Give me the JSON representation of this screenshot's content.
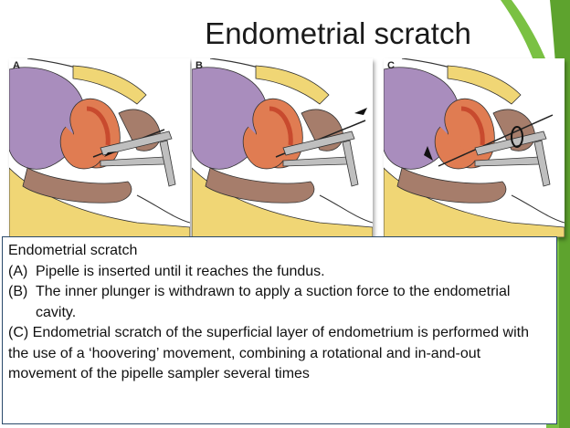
{
  "slide": {
    "title": "Endometrial scratch",
    "accent_color": "#7ac143"
  },
  "panels": [
    {
      "letter": "A",
      "step": "insert"
    },
    {
      "letter": "B",
      "step": "withdraw-plunger"
    },
    {
      "letter": "C",
      "step": "rotate-and-move"
    }
  ],
  "caption": {
    "heading": "Endometrial scratch",
    "items": [
      {
        "label": "(A)",
        "text": "Pipelle is inserted until it reaches the fundus."
      },
      {
        "label": "(B)",
        "text": "The inner plunger is withdrawn to apply a suction force to the endometrial cavity."
      }
    ],
    "last": "(C) Endometrial scratch of the superficial layer of endometrium is performed with the use of a ‘hoovering’ movement, combining a rotational and in-and-out movement of the pipelle sampler several times"
  },
  "colors": {
    "bladder": "#a98dbd",
    "uterus": "#e07c52",
    "endometrium": "#c84a2e",
    "bowel": "#a67d6b",
    "fat": "#f0d675",
    "speculum": "#bfbfbf"
  }
}
